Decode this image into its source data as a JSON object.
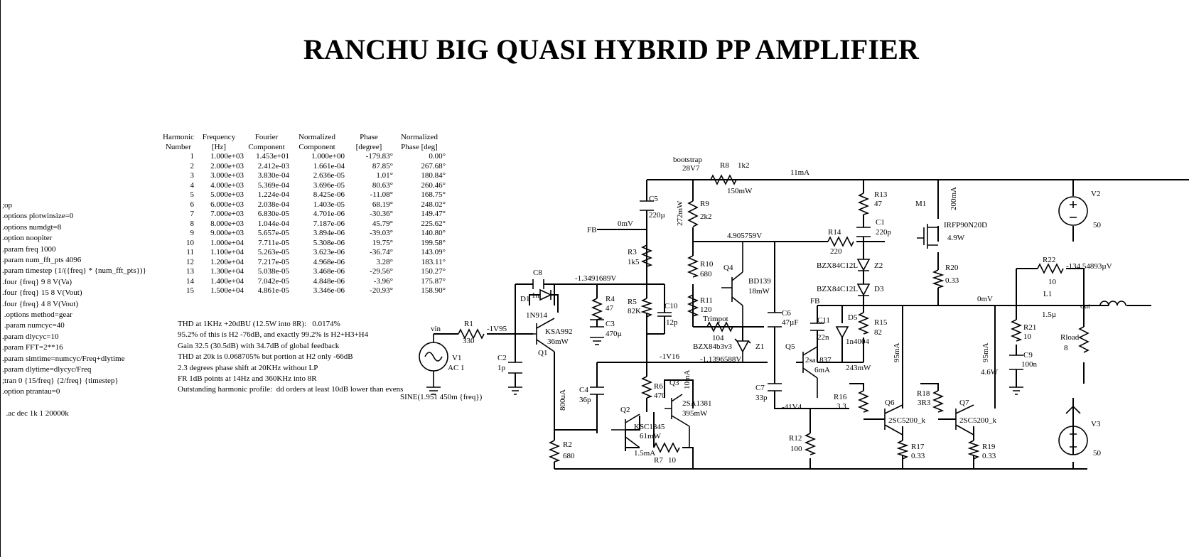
{
  "title": "RANCHU BIG QUASI HYBRID PP AMPLIFIER",
  "harmonic_table": {
    "headers": [
      [
        "Harmonic",
        "Number"
      ],
      [
        "Frequency",
        "[Hz]"
      ],
      [
        "Fourier",
        "Component"
      ],
      [
        "Normalized",
        "Component"
      ],
      [
        "Phase",
        "[degree]"
      ],
      [
        "Normalized",
        "Phase [deg]"
      ]
    ],
    "rows": [
      [
        "1",
        "1.000e+03",
        "1.453e+01",
        "1.000e+00",
        "-179.83°",
        "0.00°"
      ],
      [
        "2",
        "2.000e+03",
        "2.412e-03",
        "1.661e-04",
        "87.85°",
        "267.68°"
      ],
      [
        "3",
        "3.000e+03",
        "3.830e-04",
        "2.636e-05",
        "1.01°",
        "180.84°"
      ],
      [
        "4",
        "4.000e+03",
        "5.369e-04",
        "3.696e-05",
        "80.63°",
        "260.46°"
      ],
      [
        "5",
        "5.000e+03",
        "1.224e-04",
        "8.425e-06",
        "-11.08°",
        "168.75°"
      ],
      [
        "6",
        "6.000e+03",
        "2.038e-04",
        "1.403e-05",
        "68.19°",
        "248.02°"
      ],
      [
        "7",
        "7.000e+03",
        "6.830e-05",
        "4.701e-06",
        "-30.36°",
        "149.47°"
      ],
      [
        "8",
        "8.000e+03",
        "1.044e-04",
        "7.187e-06",
        "45.79°",
        "225.62°"
      ],
      [
        "9",
        "9.000e+03",
        "5.657e-05",
        "3.894e-06",
        "-39.03°",
        "140.80°"
      ],
      [
        "10",
        "1.000e+04",
        "7.711e-05",
        "5.308e-06",
        "19.75°",
        "199.58°"
      ],
      [
        "11",
        "1.100e+04",
        "5.263e-05",
        "3.623e-06",
        "-36.74°",
        "143.09°"
      ],
      [
        "12",
        "1.200e+04",
        "7.217e-05",
        "4.968e-06",
        "3.28°",
        "183.11°"
      ],
      [
        "13",
        "1.300e+04",
        "5.038e-05",
        "3.468e-06",
        "-29.56°",
        "150.27°"
      ],
      [
        "14",
        "1.400e+04",
        "7.042e-05",
        "4.848e-06",
        "-3.96°",
        "175.87°"
      ],
      [
        "15",
        "1.500e+04",
        "4.861e-05",
        "3.346e-06",
        "-20.93°",
        "158.90°"
      ]
    ]
  },
  "spice_directives": [
    ";op",
    ".options plotwinsize=0",
    ".options numdgt=8",
    ".option noopiter",
    ".param freq 1000",
    ".param num_fft_pts 4096",
    ".param timestep {1/({freq} * {num_fft_pts})}",
    ".four {freq} 9 8 V(Va)",
    ".four {freq} 15 8 V(Vout)",
    ".four {freq} 4 8 V(Vout)",
    " .options method=gear",
    " .param numcyc=40",
    ".param dlycyc=10",
    ".param FFT=2**16",
    ".param simtime=numcyc/Freq+dlytime",
    ".param dlytime=dlycyc/Freq",
    ";tran 0 {15/freq} {2/freq} {timestep}",
    ".option ptrantau=0",
    "",
    "  .ac dec 1k 1 20000k"
  ],
  "notes": [
    "THD at 1KHz +20dBU (12.5W into 8R):   0.0174%",
    "95.2% of this is H2 -76dB, and exactly 99.2% is H2+H3+H4",
    "Gain 32.5 (30.5dB) with 34.7dB of global feedback",
    "THD at 20k is 0.068705% but portion at H2 only -66dB",
    "2.3 degrees phase shift at 20KHz without LP",
    "FR 1dB points at 14Hz and 360KHz into 8R",
    "Outstanding harmonic profile:  dd orders at least 10dB lower than evens"
  ],
  "schematic_labels": {
    "bootstrap": "bootstrap",
    "v28": "28V7",
    "r8": "R8",
    "r8_val": "1k2",
    "r8_pwr": "150mW",
    "i11": "11mA",
    "c5": "C5",
    "c5_val": "220µ",
    "r9": "R9",
    "r9_val": "2k2",
    "r9_pwr": "272mW",
    "fb1": "FB",
    "zero1": "0mV",
    "n4905": "4.905759V",
    "r14": "R14",
    "r14_val": "220",
    "r13": "R13",
    "r13_val": "47",
    "c1": "C1",
    "c1_val": "220p",
    "m1": "M1",
    "m1_part": "IRFP90N20D",
    "m1_pwr": "4.9W",
    "i200": "200mA",
    "v2": "V2",
    "v2_val": "50",
    "r3": "R3",
    "r3_val": "1k5",
    "r10": "R10",
    "r10_val": "680",
    "q4": "Q4",
    "q4_part": "BD139",
    "q4_pwr": "18mW",
    "z2_part": "BZX84C12L",
    "z2": "Z2",
    "d3_part": "BZX84C12L",
    "d3": "D3",
    "r20": "R20",
    "r20_val": "0.33",
    "r22": "R22",
    "r22_val": "10",
    "v_neg134": "-134.54893µV",
    "c8": "C8",
    "c8_val": "1n",
    "n1349": "-1.3491689V",
    "r4": "R4",
    "r4_val": "47",
    "r5": "R5",
    "r5_val": "82K",
    "c10": "C10",
    "c10_val": "12p",
    "r11": "R11",
    "r11_val": "120",
    "trimpot": "Trimpot",
    "c6": "C6",
    "c6_val": "47µF",
    "fb2": "FB",
    "c11": "C11",
    "c11_val": "22n",
    "d5": "D5",
    "d5_part": "1n4004",
    "r15": "R15",
    "r15_val": "82",
    "zero2": "0mV",
    "l1": "L1",
    "l1_val": "1.5µ",
    "out": "out",
    "d1": "D1",
    "d1_part": "1N914",
    "c3": "C3",
    "c3_val": "470µ",
    "r104": "104",
    "bzx84": "BZX84b3v3",
    "z1": "Z1",
    "r21": "R21",
    "r21_val": "10",
    "rload": "Rload",
    "rload_val": "8",
    "vin": "vin",
    "r1": "R1",
    "r1_val": "330",
    "n1v95": "-1V95",
    "q1_part": "KSA992",
    "q1_pwr": "36mW",
    "q1": "Q1",
    "c2": "C2",
    "c2_val": "1p",
    "v1": "V1",
    "v1_val": "AC 1",
    "sine": "SINE(1.951 450m {freq})",
    "n1v16": "-1V16",
    "n1139": "-1.1396588V",
    "q5": "Q5",
    "q5_part": "2sa1837",
    "q5_i": "6mA",
    "q5_pwr": "243mW",
    "i95a": "95mA",
    "i95b": "95mA",
    "p46": "4.6W",
    "c9": "C9",
    "c9_val": "100n",
    "i800": "800uA",
    "c4": "C4",
    "c4_val": "36p",
    "r6": "R6",
    "r6_val": "470",
    "i10": "10mA",
    "q3": "Q3",
    "q3_part": "2SA1381",
    "q3_pwr": "395mW",
    "c7": "C7",
    "c7_val": "33p",
    "n41v4": "-41V4",
    "r16": "R16",
    "r16_val": "3.3",
    "q6": "Q6",
    "q6_part": "2SC5200_k",
    "r18": "R18",
    "r18_val": "3R3",
    "q7": "Q7",
    "q7_part": "2SC5200_k",
    "q2": "Q2",
    "q2_part": "KSC1845",
    "q2_pwr": "61mW",
    "i15": "1.5mA",
    "r7": "R7",
    "r7_val": "10",
    "r2": "R2",
    "r2_val": "680",
    "r12": "R12",
    "r12_val": "100",
    "r17": "R17",
    "r17_val": "0.33",
    "r19": "R19",
    "r19_val": "0.33",
    "v3": "V3",
    "v3_val": "50"
  }
}
